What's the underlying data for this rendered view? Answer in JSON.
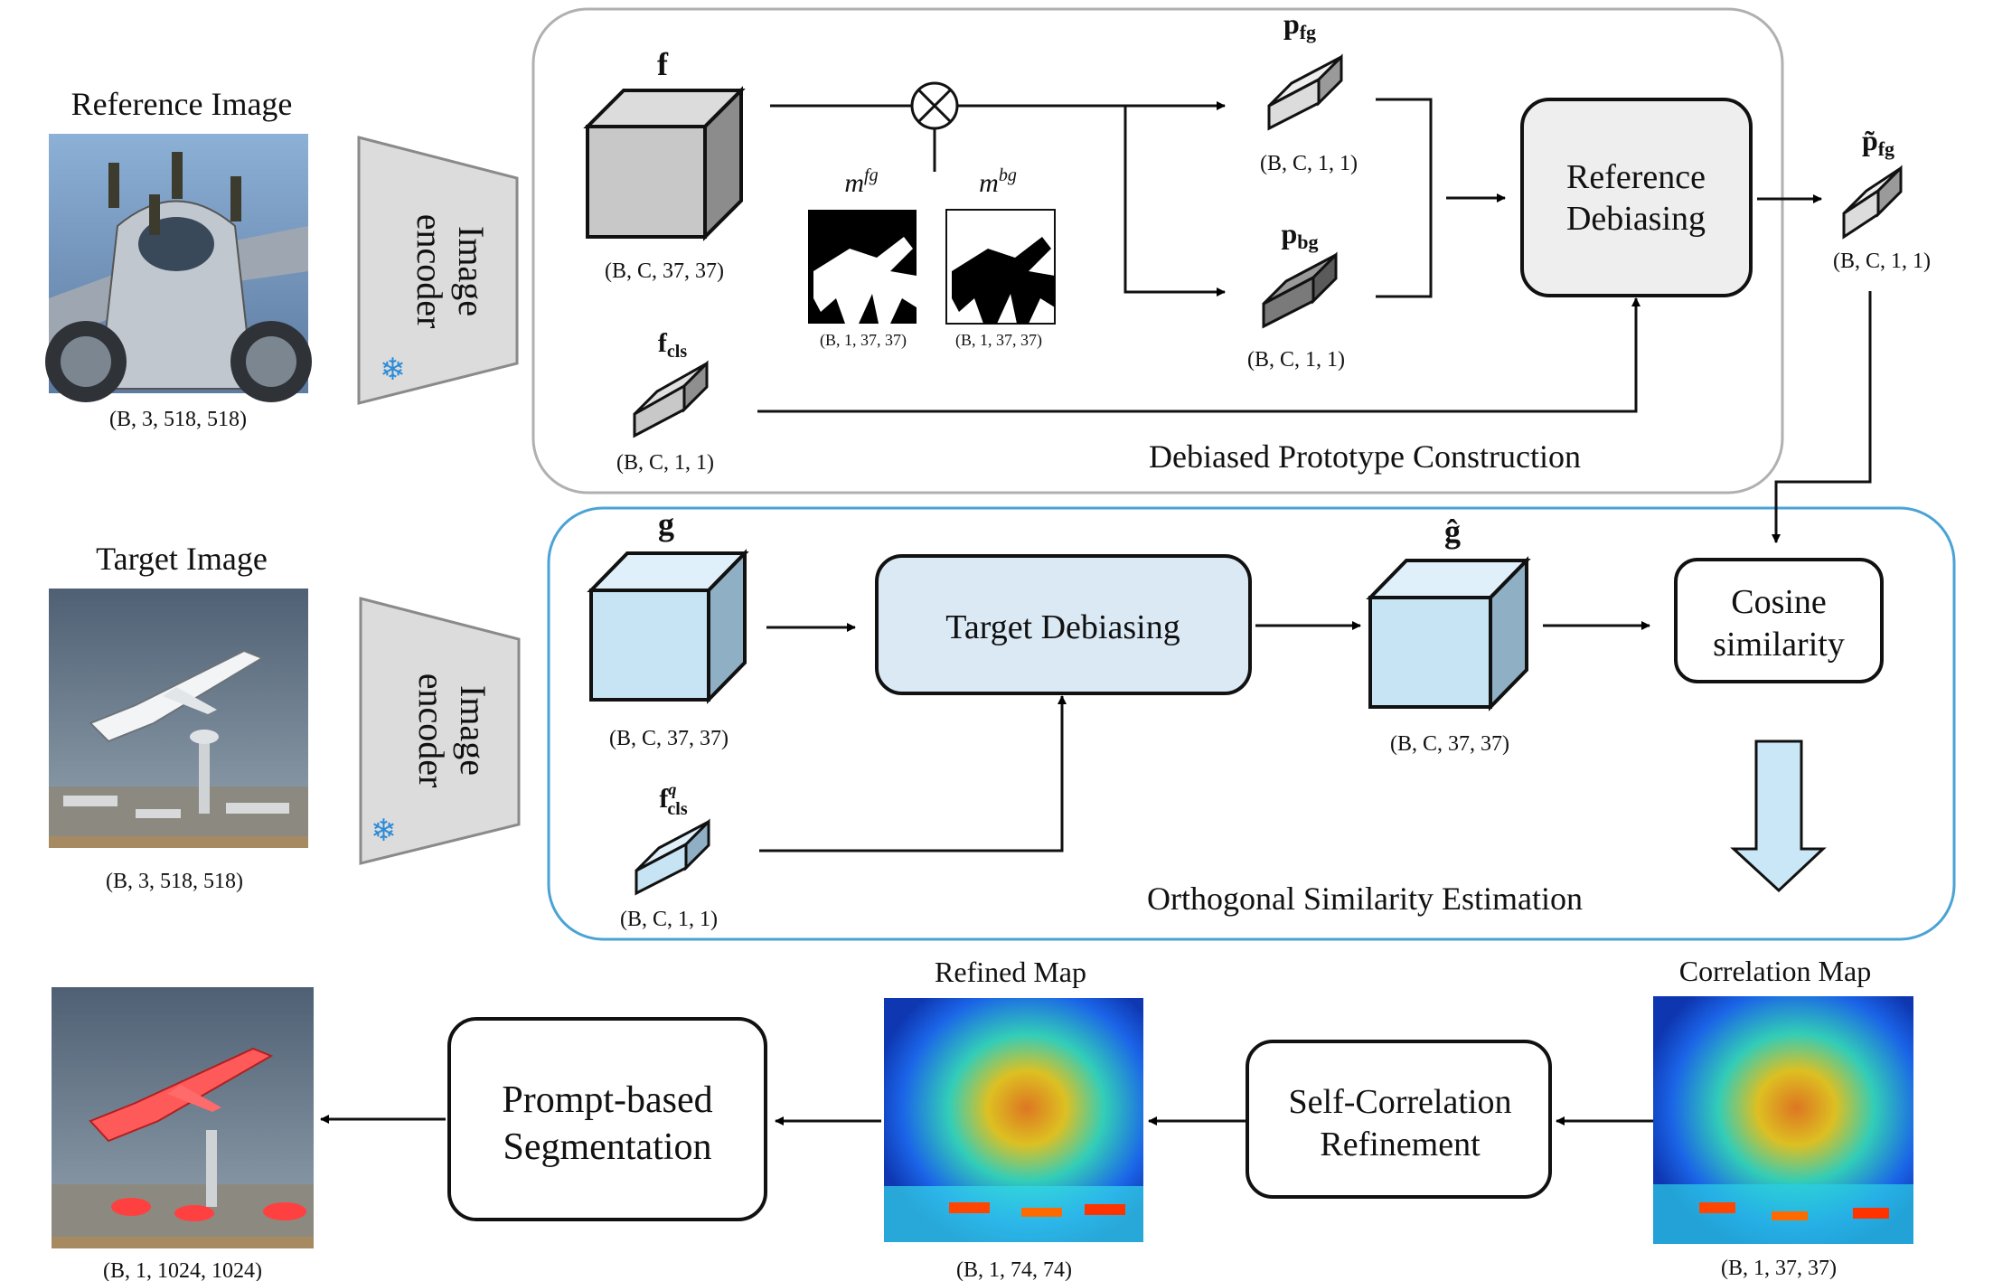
{
  "reference": {
    "title": "Reference Image",
    "shape": "(B, 3, 518, 518)"
  },
  "target": {
    "title": "Target Image",
    "shape": "(B, 3, 518, 518)"
  },
  "encoder": {
    "label_line1": "Image",
    "label_line2": "encoder",
    "frozen_icon": "snowflake-icon"
  },
  "dpc": {
    "title": "Debiased Prototype Construction",
    "f_label": "f",
    "f_shape": "(B, C, 37, 37)",
    "fcls_base": "f",
    "fcls_sub": "cls",
    "fcls_shape": "(B, C, 1, 1)",
    "mfg_base": "m",
    "mfg_sup": "fg",
    "mbg_base": "m",
    "mbg_sup": "bg",
    "mask_shape_fg": "(B, 1, 37, 37)",
    "mask_shape_bg": "(B, 1, 37, 37)",
    "pfg_base": "p",
    "pfg_sub": "fg",
    "pfg_shape": "(B, C, 1, 1)",
    "pbg_base": "p",
    "pbg_sub": "bg",
    "pbg_shape": "(B, C, 1, 1)",
    "ref_debias_line1": "Reference",
    "ref_debias_line2": "Debiasing",
    "ptilde_base": "p̃",
    "ptilde_sub": "fg",
    "ptilde_shape": "(B, C, 1, 1)",
    "operator": "multiply"
  },
  "ose": {
    "title": "Orthogonal Similarity Estimation",
    "g_label": "g",
    "g_shape": "(B, C, 37, 37)",
    "fq_base": "f",
    "fq_sup": "q",
    "fq_sub": "cls",
    "fq_shape": "(B, C, 1, 1)",
    "target_debias": "Target Debiasing",
    "ghat_label": "ĝ",
    "ghat_shape": "(B, C, 37, 37)",
    "cosine_line1": "Cosine",
    "cosine_line2": "similarity"
  },
  "bottom": {
    "correlation_title": "Correlation Map",
    "correlation_shape": "(B, 1, 37, 37)",
    "scr_line1": "Self-Correlation",
    "scr_line2": "Refinement",
    "refined_title": "Refined Map",
    "refined_shape": "(B, 1, 74, 74)",
    "prompt_line1": "Prompt-based",
    "prompt_line2": "Segmentation",
    "output_shape": "(B, 1, 1024, 1024)"
  },
  "colors": {
    "dpc_border": "#b0b0b0",
    "dpc_title": "#9a9a9a",
    "ose_border": "#4aa3d6",
    "ose_title": "#3c9ad4",
    "block_fill_gray": "#eeeeee",
    "block_fill_blue": "#dbe9f5",
    "cube_gray": "#c8c8c8",
    "cube_blue": "#c6e4f4",
    "arrow_fill": "#c9e7f7",
    "snowflake": "#2b8bd8"
  }
}
